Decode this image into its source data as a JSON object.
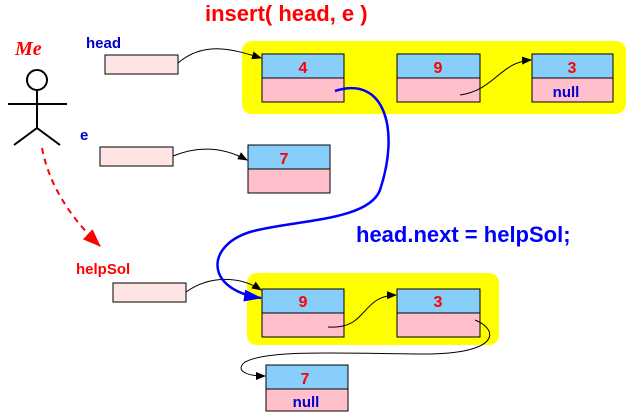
{
  "title": "insert( head, e )",
  "actor_label": "Me",
  "variables": {
    "head": "head",
    "e": "e",
    "helpSol": "helpSol"
  },
  "statement": "head.next = helpSol;",
  "top_list": [
    {
      "value": "4",
      "next": ""
    },
    {
      "value": "9",
      "next": ""
    },
    {
      "value": "3",
      "next": "null"
    }
  ],
  "e_node": {
    "value": "7",
    "next": ""
  },
  "help_list": [
    {
      "value": "9",
      "next": ""
    },
    {
      "value": "3",
      "next": ""
    }
  ],
  "tail_node": {
    "value": "7",
    "next": "null"
  },
  "colors": {
    "title": "#ff0000",
    "label": "#0000cc",
    "statement": "#0000ff",
    "highlight": "#ffff00",
    "node_top": "#87cefa",
    "node_bottom": "#ffc0cb",
    "var_box": "#ffe4e4",
    "value_text": "#ff0000",
    "null_text": "#0000cc",
    "new_link": "#0000ff",
    "call_arrow": "#ff0000"
  }
}
